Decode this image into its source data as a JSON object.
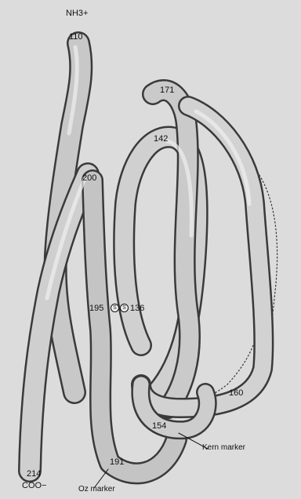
{
  "figure": {
    "termini": {
      "n_terminus": "NH3+",
      "c_terminus": "COO−"
    },
    "residues": {
      "r110": "110",
      "r171": "171",
      "r142": "142",
      "r200": "200",
      "r195": "195",
      "r136": "136",
      "r160": "160",
      "r154": "154",
      "r214": "214",
      "r191": "191"
    },
    "disulfide": {
      "left": "S",
      "right": "S"
    },
    "markers": {
      "kern": "Kern marker",
      "oz": "Oz marker"
    }
  }
}
